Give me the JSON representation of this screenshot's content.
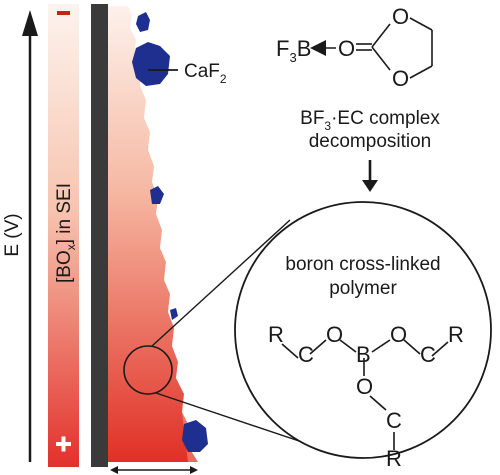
{
  "axis": {
    "label_main": "E (V)"
  },
  "gradient_bar": {
    "label_prefix": "[BO",
    "label_sub": "x",
    "label_suffix": "] in SEI",
    "top_sign": "−",
    "bottom_sign": "+"
  },
  "callouts": {
    "caf2_main": "CaF",
    "caf2_sub": "2"
  },
  "complex": {
    "bf3_main": "F",
    "bf3_sub": "3",
    "bf3_tail": "B",
    "carbonyl_o": "O",
    "ring_o_top": "O",
    "ring_o_bottom": "O",
    "caption_line1_a": "BF",
    "caption_line1_sub": "3",
    "caption_line1_b": "·EC complex",
    "caption_line2": "decomposition"
  },
  "polymer": {
    "title_line1": "boron cross-linked",
    "title_line2": "polymer",
    "atoms": {
      "r_left": "R",
      "c_left": "C",
      "o_left": "O",
      "b_center": "B",
      "o_right": "O",
      "c_right": "C",
      "r_right": "R",
      "o_bottom": "O",
      "c_bottom": "C",
      "r_bottom": "R"
    }
  },
  "colors": {
    "sei_gradient_top": "#fbe5dc",
    "sei_gradient_bottom": "#e2312b",
    "electrode": "#3a3a3a",
    "caf2_particles": "#1f2f8f",
    "sign_color": "#ffffff"
  }
}
